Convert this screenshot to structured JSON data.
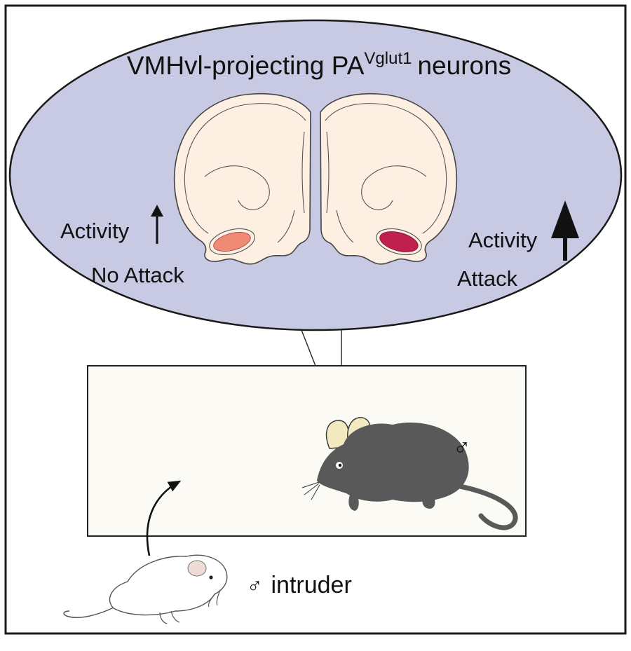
{
  "figure": {
    "title_prefix": "VMHvl-projecting PA",
    "title_sup": "Vglut1",
    "title_suffix": "neurons",
    "left_activity": "Activity",
    "left_outcome": "No Attack",
    "right_activity": "Activity",
    "right_outcome": "Attack",
    "resident_sex_symbol": "♂",
    "intruder_sex_symbol": "♂",
    "intruder_label": "intruder"
  },
  "colors": {
    "oval_fill": "#c8c9e2",
    "brain_fill": "#fdf0e2",
    "no_attack_region": "#ef8a74",
    "attack_region": "#c0204e",
    "cage_fill": "#fbfaf5",
    "resident_mouse": "#595959",
    "ear_fill": "#f2e9c0",
    "intruder_ear_fill": "#efdbd5",
    "ink": "#111111"
  }
}
